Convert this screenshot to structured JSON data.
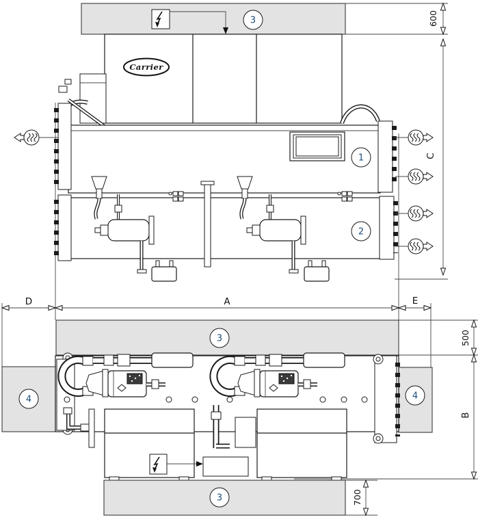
{
  "diagram": {
    "brand": "Carrier",
    "callouts": {
      "n1": "1",
      "n2": "2",
      "n3": "3",
      "n4": "4"
    },
    "dims": {
      "a": "A",
      "b": "B",
      "c": "C",
      "d": "D",
      "e": "E",
      "top_clearance": "600",
      "side_clearance": "500",
      "bottom_clearance": "700"
    },
    "icons": {
      "electrical": "lightning-bolt",
      "water": "water-flow-arrow"
    },
    "colors": {
      "clearance_zone_fill": "#e3e3e3",
      "line": "#1a1a1a",
      "callout_text": "#1f4e79"
    }
  }
}
